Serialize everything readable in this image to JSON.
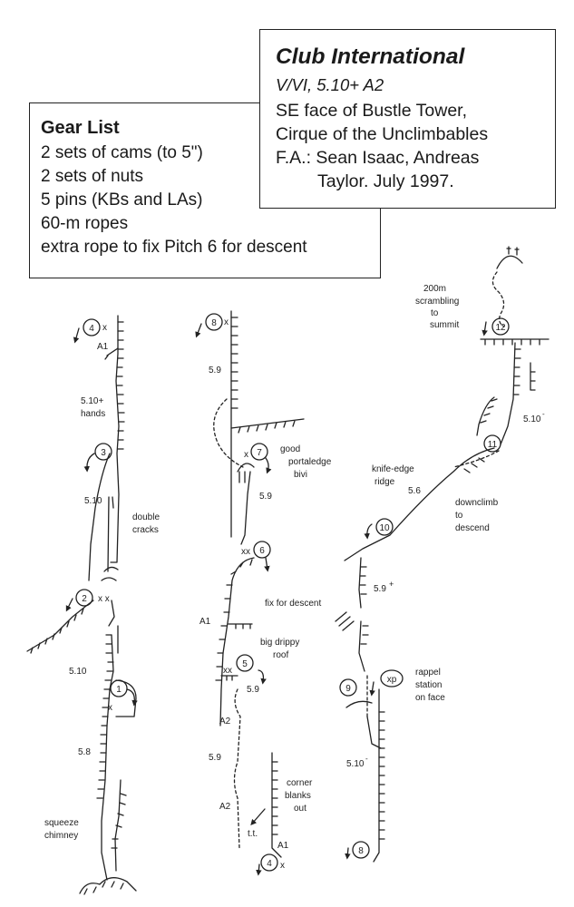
{
  "info": {
    "title": "Club International",
    "grade": "V/VI, 5.10+ A2",
    "lines": [
      "SE face of Bustle Tower,",
      "Cirque of the Unclimbables",
      "F.A.: Sean Isaac, Andreas",
      "Taylor. July 1997."
    ]
  },
  "gear": {
    "title": "Gear List",
    "items": [
      "2 sets of cams (to 5\")",
      "2 sets of nuts",
      "5 pins (KBs and LAs)",
      "60-m ropes",
      "extra rope to fix Pitch 6 for descent"
    ]
  },
  "topo": {
    "col1": {
      "pitch4": "4",
      "a1_top": "A1",
      "grade_5_10_plus": "5.10+",
      "hands": "hands",
      "pitch3": "3",
      "grade_5_10": "5.10",
      "double": "double",
      "cracks": "cracks",
      "pitch2": "2",
      "xx": "x x",
      "grade_5_10_low": "5.10",
      "pitch1": "1",
      "x": "x",
      "grade_5_8": "5.8",
      "squeeze": "squeeze",
      "chimney": "chimney"
    },
    "col2": {
      "pitch8": "8",
      "grade_5_9_top": "5.9",
      "pitch7": "7",
      "good": "good",
      "portaledge": "portaledge",
      "bivi": "bivi",
      "grade_5_9_mid": "5.9",
      "xx6": "xx",
      "pitch6": "6",
      "fix": "fix for descent",
      "a1": "A1",
      "big_drippy": "big drippy",
      "roof": "roof",
      "xx5": "xx",
      "pitch5": "5",
      "grade_5_9_low": "5.9",
      "a2_top": "A2",
      "grade_5_9_bottom": "5.9",
      "a2_low": "A2",
      "corner": "corner",
      "blanks": "blanks",
      "out": "out",
      "tt": "t.t.",
      "a1_low": "A1",
      "pitch4": "4"
    },
    "col3": {
      "scramble1": "200m",
      "scramble2": "scrambling",
      "scramble3": "to",
      "scramble4": "summit",
      "pitch12": "12",
      "grade_5_10_minus_top": "5.10",
      "pitch11": "11",
      "knife": "knife-edge",
      "ridge": "ridge",
      "grade_5_6": "5.6",
      "downclimb": "downclimb",
      "to": "to",
      "descend": "descend",
      "pitch10": "10",
      "grade_5_9_plus": "5.9",
      "pitch9": "9",
      "xp": "xp",
      "rappel1": "rappel",
      "rappel2": "station",
      "rappel3": "on face",
      "grade_5_10_minus_low": "5.10",
      "pitch8": "8"
    }
  }
}
